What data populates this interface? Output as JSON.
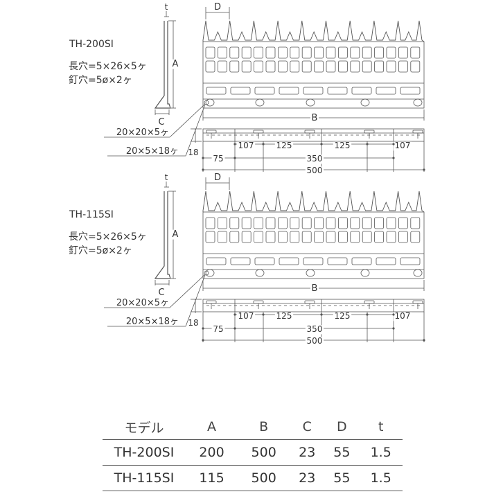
{
  "diagrams": [
    {
      "model": "TH-200SI",
      "slot_holes": "長穴=5×26×5ヶ",
      "nail_holes": "釘穴=5ø×2ヶ",
      "label_t": "t",
      "label_A": "A",
      "label_C": "C",
      "label_D": "D",
      "label_B": "B",
      "callout_1": "20×20×5ヶ",
      "callout_2": "20×5×18ヶ",
      "dim_18": "18",
      "dim_75": "75",
      "dim_107_left": "107",
      "dim_125_a": "125",
      "dim_350": "350",
      "dim_125_b": "125",
      "dim_107_right": "107",
      "dim_500": "500"
    },
    {
      "model": "TH-115SI",
      "slot_holes": "長穴=5×26×5ヶ",
      "nail_holes": "釘穴=5ø×2ヶ",
      "label_t": "t",
      "label_A": "A",
      "label_C": "C",
      "label_D": "D",
      "label_B": "B",
      "callout_1": "20×20×5ヶ",
      "callout_2": "20×5×18ヶ",
      "dim_18": "18",
      "dim_75": "75",
      "dim_107_left": "107",
      "dim_125_a": "125",
      "dim_350": "350",
      "dim_125_b": "125",
      "dim_107_right": "107",
      "dim_500": "500"
    }
  ],
  "table": {
    "headers": [
      "モデル",
      "A",
      "B",
      "C",
      "D",
      "t"
    ],
    "rows": [
      [
        "TH-200SI",
        "200",
        "500",
        "23",
        "55",
        "1.5"
      ],
      [
        "TH-115SI",
        "115",
        "500",
        "23",
        "55",
        "1.5"
      ]
    ]
  }
}
